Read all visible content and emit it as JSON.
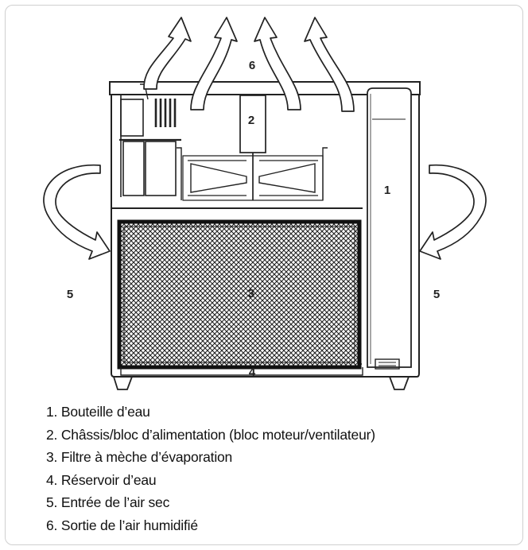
{
  "callouts": {
    "bottle": "1",
    "chassis": "2",
    "filter": "3",
    "reservoir": "4",
    "dry_air_in_left": "5",
    "dry_air_in_right": "5",
    "humid_air_out": "6"
  },
  "legend": [
    "1. Bouteille d’eau",
    "2. Châssis/bloc d’alimentation (bloc moteur/ventilateur)",
    "3. Filtre à mèche d’évaporation",
    "4. Réservoir d’eau",
    "5. Entrée de l’air sec",
    "6. Sortie de l’air humidifié"
  ]
}
